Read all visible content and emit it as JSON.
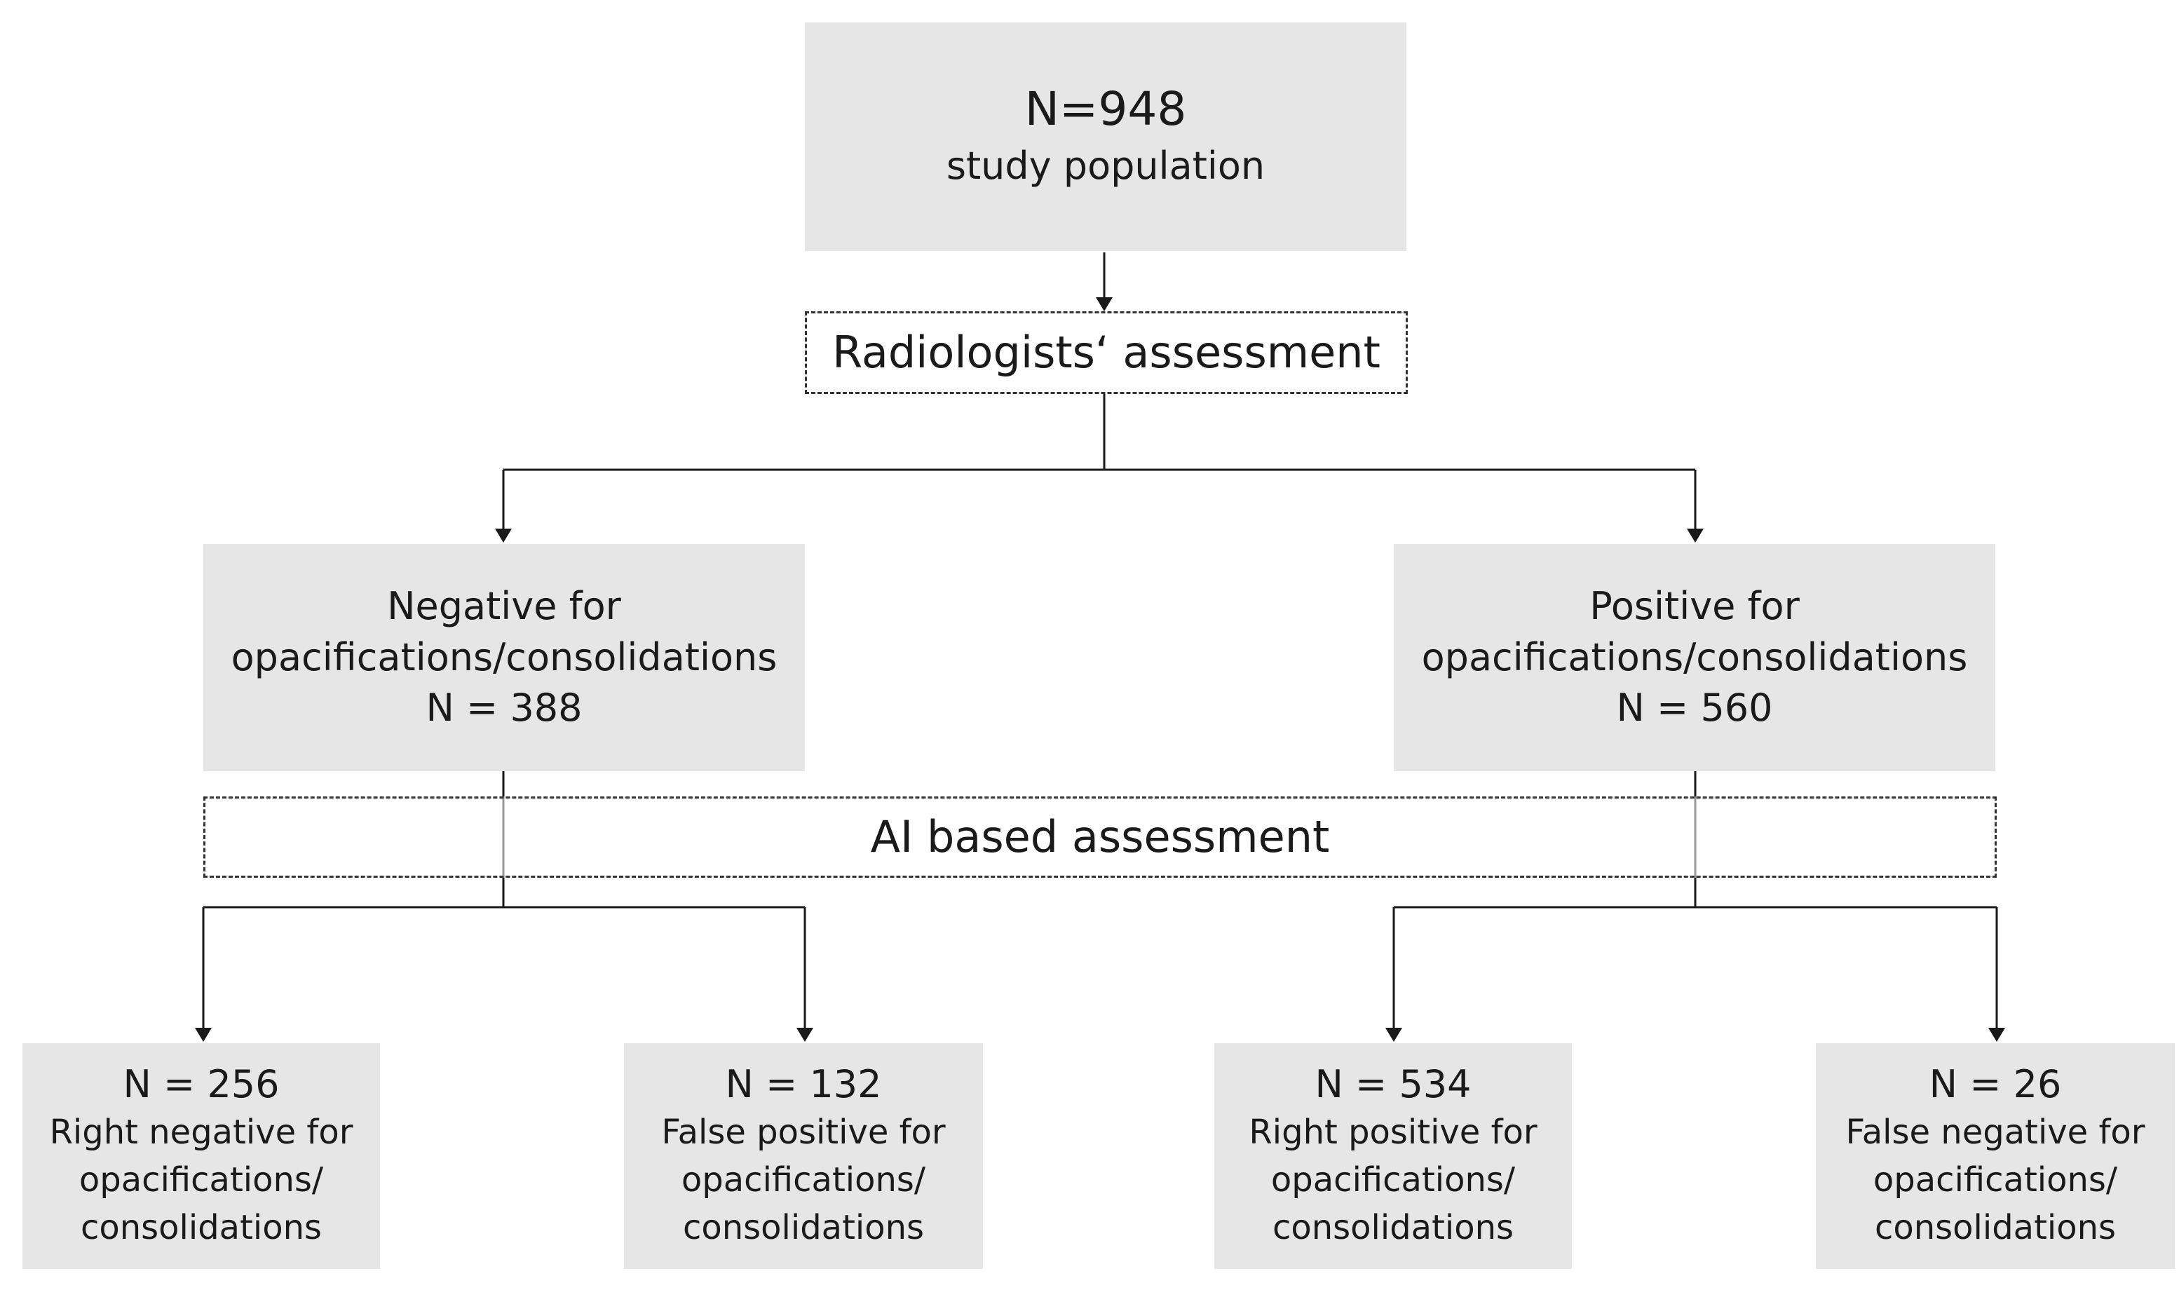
{
  "root": {
    "count": "N=948",
    "label": "study population"
  },
  "step1": {
    "label": "Radiologists‘ assessment"
  },
  "step2": {
    "label": "AI based assessment"
  },
  "negative": {
    "line1": "Negative for",
    "line2": "opacifications/consolidations",
    "count": "N = 388"
  },
  "positive": {
    "line1": "Positive for",
    "line2": "opacifications/consolidations",
    "count": "N = 560"
  },
  "leaves": [
    {
      "count": "N = 256",
      "line1": "Right negative for",
      "line2": "opacifications/",
      "line3": "consolidations"
    },
    {
      "count": "N = 132",
      "line1": "False positive for",
      "line2": "opacifications/",
      "line3": "consolidations"
    },
    {
      "count": "N = 534",
      "line1": "Right positive for",
      "line2": "opacifications/",
      "line3": "consolidations"
    },
    {
      "count": "N = 26",
      "line1": "False negative for",
      "line2": "opacifications/",
      "line3": "consolidations"
    }
  ],
  "colors": {
    "box_fill": "#e6e6e6",
    "line": "#1a1a1a",
    "dashed_border": "#333333"
  }
}
